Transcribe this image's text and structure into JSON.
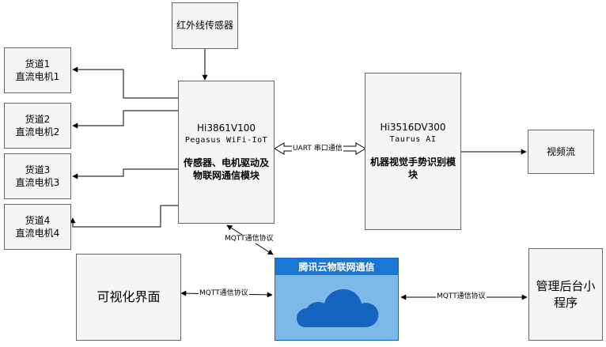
{
  "blocks": {
    "ir_sensor": "红外线传感器",
    "lanes": [
      {
        "line1": "货道1",
        "line2": "直流电机1"
      },
      {
        "line1": "货道2",
        "line2": "直流电机2"
      },
      {
        "line1": "货道3",
        "line2": "直流电机3"
      },
      {
        "line1": "货道4",
        "line2": "直流电机4"
      }
    ],
    "hi3861": {
      "chip": "Hi3861V100",
      "board": "Pegasus  WiFi-IoT",
      "desc_line1": "传感器、电机驱动及",
      "desc_line2": "物联网通信模块"
    },
    "hi3516": {
      "chip": "Hi3516DV300",
      "board": "Taurus  AI",
      "desc_line1": "机器视觉手势识别模",
      "desc_line2": "块"
    },
    "video": "视频流",
    "cloud": "腾讯云物联网通信",
    "visual_ui": "可视化界面",
    "admin_line1": "管理后台小",
    "admin_line2": "程序"
  },
  "labels": {
    "uart": "UART 串口通信",
    "mqtt_top": "MQTT通信协议",
    "mqtt_left": "MQTT通信协议",
    "mqtt_right": "MQTT通信协议"
  },
  "colors": {
    "box_fill": "#f5f5f5",
    "box_border": "#666666",
    "cloud_header": "#1976d2",
    "cloud_body": "#7cb8e8",
    "cloud_icon": "#1565c0"
  }
}
